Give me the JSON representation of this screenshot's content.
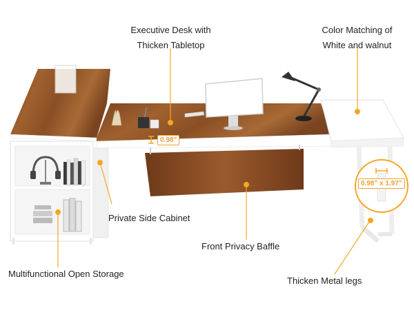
{
  "colors": {
    "accent": "#f5a623",
    "walnut": "#8a4f24",
    "white_board": "#ffffff",
    "text": "#222222"
  },
  "labels": {
    "executive_desk": [
      "Executive Desk with",
      "Thicken Tabletop"
    ],
    "color_matching": [
      "Color Matching of",
      "White and walnut"
    ],
    "private_cabinet": "Private Side Cabinet",
    "privacy_baffle": "Front Privacy Baffle",
    "open_storage": "Multifunctional Open Storage",
    "metal_legs": "Thicken Metal legs"
  },
  "dimensions": {
    "tabletop_thickness": "0.98\"",
    "leg_size": "0.98\" x 1.97\""
  },
  "icons": [
    "desk-lamp-icon",
    "monitor-icon",
    "headphones-icon",
    "book-icon",
    "file-holder-icon"
  ]
}
